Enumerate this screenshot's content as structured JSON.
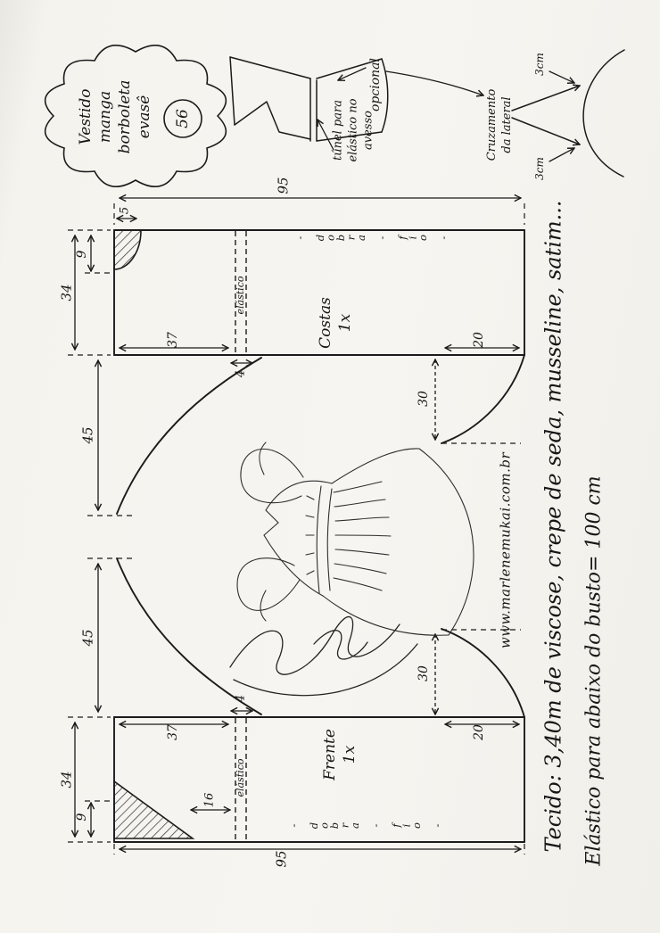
{
  "title_cloud": {
    "lines": [
      "Vestido",
      "manga",
      "borboleta",
      "evasê"
    ],
    "size_badge": "56"
  },
  "sleeve_diagram": {
    "optional_label": "opcional",
    "tunnel_note_lines": [
      "túnel para",
      "elástico no",
      "avesso"
    ]
  },
  "crossing_diagram": {
    "label_lines": [
      "Cruzamento",
      "da lateral"
    ],
    "top_measure": "3cm",
    "bottom_measure": "3cm"
  },
  "pattern": {
    "top_width": "95",
    "bottom_width": "95",
    "back_piece": {
      "name": "Costas",
      "quantity": "1x",
      "fold_grain_label": "- dobra - fio -",
      "elastic_channel_label": "elástico",
      "dims": {
        "neck_width": "5",
        "neck_depth": "9",
        "bodice_length": "34",
        "waist_half": "37",
        "channel_width": "4",
        "skirt_length": "45",
        "side_drop": "30",
        "side_width": "20"
      }
    },
    "front_piece": {
      "name": "Frente",
      "quantity": "1x",
      "fold_grain_label": "- dobra - fio -",
      "elastic_channel_label": "elástico",
      "dims": {
        "corner_width": "16",
        "neck_depth": "9",
        "bodice_length": "34",
        "waist_half": "37",
        "channel_width": "4",
        "skirt_length": "45",
        "side_drop": "30",
        "side_width": "20"
      }
    }
  },
  "watermark": "www.marlenemukai.com.br",
  "margin_notes": {
    "fabric": "Tecido: 3,40m de viscose, crepe de seda, musseline, satim...",
    "elastic": "Elástico para abaixo do busto= 100 cm"
  }
}
